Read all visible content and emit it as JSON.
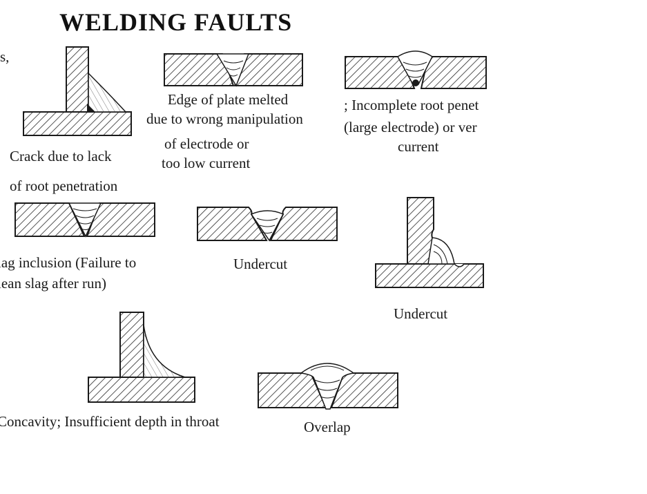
{
  "title": "WELDING FAULTS",
  "fragment_left": "s,",
  "captions": {
    "crack": [
      "Crack due to lack",
      "of root penetration"
    ],
    "edge_melted": [
      "Edge of plate melted",
      "due to wrong manipulation",
      "of electrode  or",
      "too low current"
    ],
    "incomplete_root": [
      "; Incomplete root penet",
      "(large electrode) or ver",
      "current"
    ],
    "slag": [
      "lag inclusion (Failure to",
      "lean slag after run)"
    ],
    "undercut_butt": "Undercut",
    "undercut_fillet": "Undercut",
    "concavity": "Concavity; Insufficient depth in throat",
    "overlap": "Overlap"
  },
  "colors": {
    "ink": "#1a1a1a",
    "hatch": "#2a2a2a",
    "paper": "#ffffff"
  }
}
